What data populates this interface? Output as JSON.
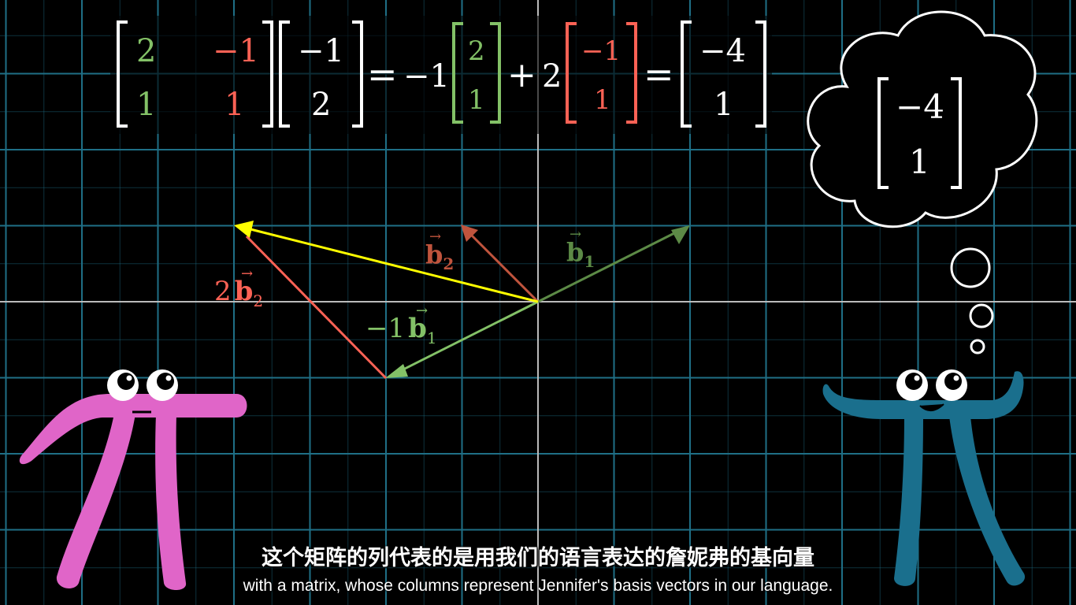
{
  "equation": {
    "matrix": {
      "a11": "2",
      "a12": "−1",
      "a21": "1",
      "a22": "1"
    },
    "vector": {
      "v1": "−1",
      "v2": "2"
    },
    "equals1": "=",
    "coef1": "−1",
    "col1": {
      "c1": "2",
      "c2": "1"
    },
    "plus": "+",
    "coef2": "2",
    "col2": {
      "c1": "−1",
      "c2": "1"
    },
    "equals2": "=",
    "result": {
      "r1": "−4",
      "r2": "1"
    }
  },
  "thought": {
    "r1": "−4",
    "r2": "1"
  },
  "vector_labels": {
    "b1": {
      "text": "b",
      "sub": "1"
    },
    "b2": {
      "text": "b",
      "sub": "2"
    },
    "two_b2": {
      "coef": "2",
      "text": "b",
      "sub": "2"
    },
    "neg_b1": {
      "coef": "−1",
      "text": "b",
      "sub": "1"
    }
  },
  "subtitles": {
    "zh": "这个矩阵的列代表的是用我们的语言表达的詹妮弗的基向量",
    "en": "with a matrix, whose columns represent Jennifer's basis vectors in our language."
  },
  "colors": {
    "background": "#000000",
    "grid": "#1f6f86",
    "axis": "#bbbbbb",
    "green": "#83c167",
    "red": "#fc6255",
    "yellow": "#ffff00",
    "pink": "#e065c8",
    "teal": "#1a6f8d",
    "white": "#ffffff"
  },
  "icons": {
    "pink_character": "pi-creature-pink",
    "teal_character": "pi-creature-teal",
    "thought_bubble": "thought-bubble-icon"
  }
}
